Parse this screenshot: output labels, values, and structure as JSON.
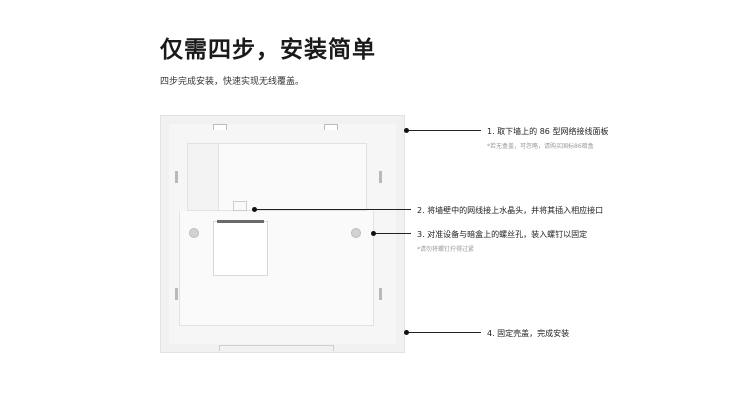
{
  "heading": {
    "title": "仅需四步，安装简单",
    "subtitle": "四步完成安装，快速实现无线覆盖。"
  },
  "steps": [
    {
      "label": "1. 取下墙上的 86 型网络接线面板",
      "note": "*若无盒盖，可忽略，请购买国标86暗盒"
    },
    {
      "label": "2. 将墙壁中的网线接上水晶头，并将其插入相应接口",
      "note": ""
    },
    {
      "label": "3. 对准设备与暗盒上的螺丝孔，装入螺钉以固定",
      "note": "*请勿将螺钉拧得过紧"
    },
    {
      "label": "4. 固定壳盖，完成安装",
      "note": ""
    }
  ]
}
